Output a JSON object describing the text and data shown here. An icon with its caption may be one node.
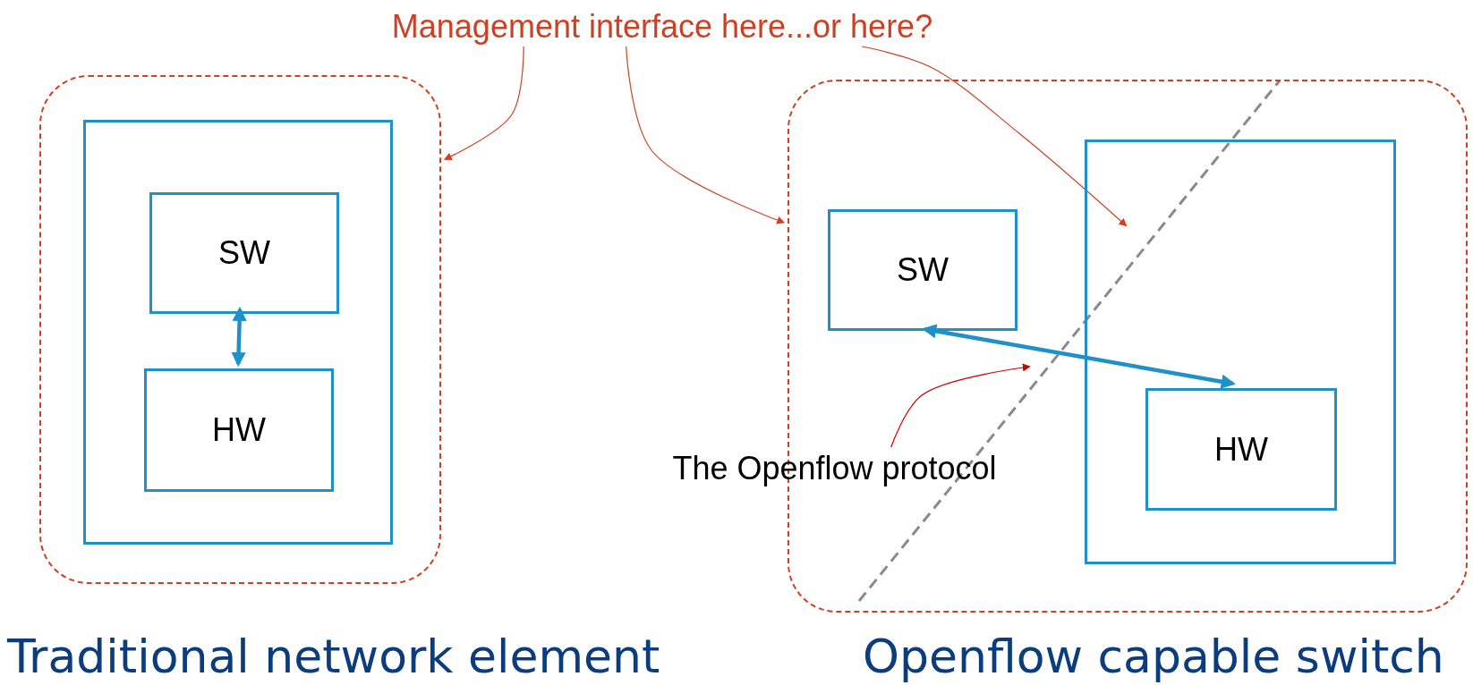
{
  "diagram": {
    "nodes": [
      {
        "text": [
          "Management interface here...or here?"
        ]
      },
      {
        "text": [],
        "shape": "box",
        "beside": [
          "Traditional network element"
        ]
      },
      {
        "text": [],
        "shape": "box",
        "in": 1
      },
      {
        "text": [
          "SW"
        ],
        "in": 2
      },
      {
        "text": [
          "HW"
        ],
        "in": 2
      },
      {
        "text": [],
        "shape": "box",
        "beside": [
          "Openflow capable switch"
        ]
      },
      {
        "text": [
          "SW"
        ],
        "in": 5
      },
      {
        "text": [],
        "shape": "box",
        "in": 5
      },
      {
        "text": [
          "HW"
        ],
        "in": 7
      },
      {
        "text": [
          "The Openflow protocol"
        ]
      }
    ],
    "edges": [
      {
        "from": 3,
        "to": 4,
        "arrow": "both",
        "style": "thick",
        "color": "#1f91c8"
      },
      {
        "from": 6,
        "to": 8,
        "arrow": "both",
        "style": "thick",
        "color": "#1f91c8"
      },
      {
        "from": 0,
        "to": 1,
        "arrow": "to",
        "color": "#cc4125"
      },
      {
        "from": 0,
        "to": 5,
        "arrow": "to",
        "color": "#cc4125"
      },
      {
        "from": 0,
        "to": null,
        "arrow": "to",
        "color": "#cc4125"
      },
      {
        "from": 9,
        "to": null,
        "arrow": "to",
        "color": "#cc0000"
      }
    ]
  }
}
